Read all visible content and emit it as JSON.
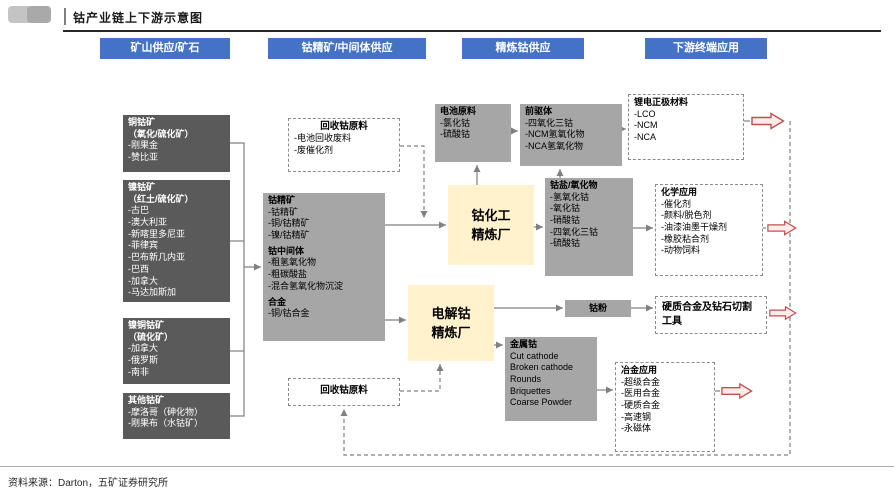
{
  "page": {
    "title": "钴产业链上下游示意图",
    "source": "资料来源：Darton，五矿证券研究所"
  },
  "colors": {
    "header_blue": "#4472c4",
    "mine_box_gray": "#5a5a5a",
    "product_box_gray": "#a6a6a6",
    "refinery_yellow": "#fff2cc",
    "output_arrow_red": "#c0504d"
  },
  "headers": {
    "h1": "矿山供应/矿石",
    "h2": "钴精矿/中间体供应",
    "h3": "精炼钴供应",
    "h4": "下游终端应用"
  },
  "mines": [
    {
      "title": "铜钴矿",
      "subtitle": "（氧化/硫化矿）",
      "items": [
        "-刚果金",
        "-赞比亚"
      ]
    },
    {
      "title": "镍钴矿",
      "subtitle": "（红土/硫化矿）",
      "items": [
        "-古巴",
        "-澳大利亚",
        "-新喀里多尼亚",
        "-菲律宾",
        "-巴布新几内亚",
        "-巴西",
        "-加拿大",
        "-马达加斯加"
      ]
    },
    {
      "title": "镍铜钴矿",
      "subtitle": "（硫化矿）",
      "items": [
        "-加拿大",
        "-俄罗斯",
        "-南非"
      ]
    },
    {
      "title": "其他钴矿",
      "items": [
        "-摩洛哥（砷化物）",
        "-刚果布（水钴矿）"
      ]
    }
  ],
  "recycle_top": {
    "title": "回收钴原料",
    "items": [
      "-电池回收废料",
      "-废催化剂"
    ]
  },
  "recycle_bottom": {
    "title": "回收钴原料"
  },
  "concentrate": {
    "s1_title": "钴精矿",
    "s1_items": [
      "-钴精矿",
      "-铜/钴精矿",
      "-镍/钴精矿"
    ],
    "s2_title": "钴中间体",
    "s2_items": [
      "-粗氢氧化物",
      "-粗碳酸盐",
      "-混合氢氧化物沉淀"
    ],
    "s3_title": "合金",
    "s3_items": [
      "-铜/钴合金"
    ]
  },
  "refineries": {
    "chem": {
      "line1": "钴化工",
      "line2": "精炼厂"
    },
    "electro": {
      "line1": "电解钴",
      "line2": "精炼厂"
    }
  },
  "battery": {
    "title": "电池原料",
    "items": [
      "-氯化钴",
      "-硫酸钴"
    ]
  },
  "precursor": {
    "title": "前驱体",
    "items": [
      "-四氧化三钴",
      "-NCM氢氧化物",
      "-NCA氢氧化物"
    ]
  },
  "cathode": {
    "title": "锂电正极材料",
    "items": [
      "-LCO",
      "-NCM",
      "-NCA"
    ]
  },
  "salts": {
    "title": "钴盐/氧化物",
    "items": [
      "-氢氧化钴",
      "-氧化钴",
      "-硝酸钴",
      "-四氧化三钴",
      "-硫酸钴"
    ]
  },
  "chem_apps": {
    "title": "化学应用",
    "items": [
      "-催化剂",
      "-颜料/脱色剂",
      "-油漆油墨干燥剂",
      "-橡胶粘合剂",
      "-动物饲料"
    ]
  },
  "powder": {
    "title": "钴粉"
  },
  "carbide": {
    "title": "硬质合金及钻石切割工具"
  },
  "metal": {
    "title": "金属钴",
    "items": [
      "Cut cathode",
      "Broken cathode",
      "Rounds",
      "Briquettes",
      "Coarse Powder"
    ]
  },
  "metallurgy": {
    "title": "冶金应用",
    "items": [
      "-超级合金",
      "-医用合金",
      "-硬质合金",
      "-高速钢",
      "-永磁体"
    ]
  }
}
